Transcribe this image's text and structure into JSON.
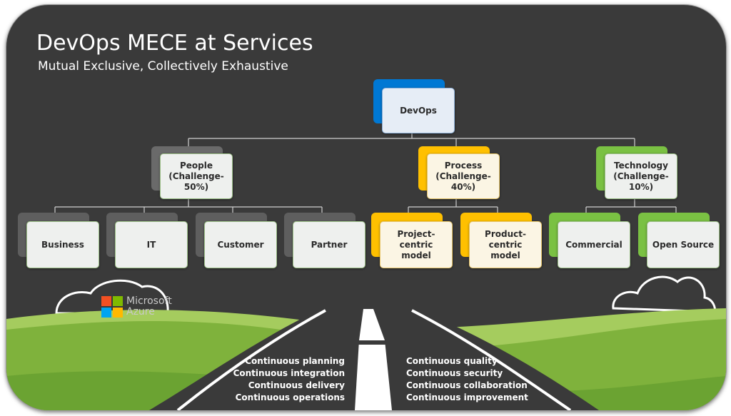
{
  "slide": {
    "title": "DevOps MECE at Services",
    "subtitle": "Mutual Exclusive, Collectively Exhaustive"
  },
  "colors": {
    "background": "#3a3a3a",
    "blue": "#0078d4",
    "gray": "#6a6a6a",
    "yellow": "#ffc000",
    "green": "#7ac143",
    "hill": "#8fbf4a"
  },
  "tree": {
    "root": {
      "label": "DevOps",
      "accent": "blue"
    },
    "branches": [
      {
        "label": "People\n(Challenge-\n50%)",
        "accent": "gray",
        "children": [
          "Business",
          "IT",
          "Customer",
          "Partner"
        ]
      },
      {
        "label": "Process\n(Challenge-\n40%)",
        "accent": "yellow",
        "children": [
          "Project-centric\nmodel",
          "Product-centric\nmodel"
        ]
      },
      {
        "label": "Technology\n(Challenge-\n10%)",
        "accent": "green",
        "children": [
          "Commercial",
          "Open Source"
        ]
      }
    ]
  },
  "logo": {
    "line1": "Microsoft",
    "line2": "Azure"
  },
  "road": {
    "left": [
      "Continuous planning",
      "Continuous integration",
      "Continuous delivery",
      "Continuous operations"
    ],
    "right": [
      "Continuous quality",
      "Continuous security",
      "Continuous collaboration",
      "Continuous improvement"
    ]
  }
}
